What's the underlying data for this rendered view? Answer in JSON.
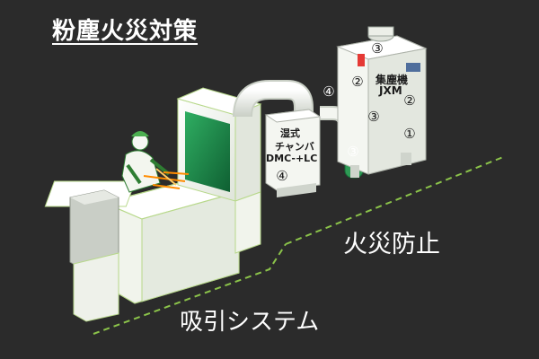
{
  "title": "粉塵火災対策",
  "labels": {
    "fire_prevention": "火災防止",
    "suction_system": "吸引システム",
    "collector_line1": "集塵機",
    "collector_line2": "JXM",
    "wet_line1": "湿式",
    "wet_line2": "チャンバ",
    "wet_line3": "DMC-+LC"
  },
  "markers": {
    "m1": "①",
    "m2": "②",
    "m3": "③",
    "m4": "④"
  },
  "colors": {
    "background": "#2b2b2b",
    "accent_green": "#8bc34a",
    "outline_green": "#b7d88a",
    "equipment_white": "#f4f6f1",
    "hood_green": "#1f8a4c",
    "cylinder_green": "#2e9a55"
  }
}
